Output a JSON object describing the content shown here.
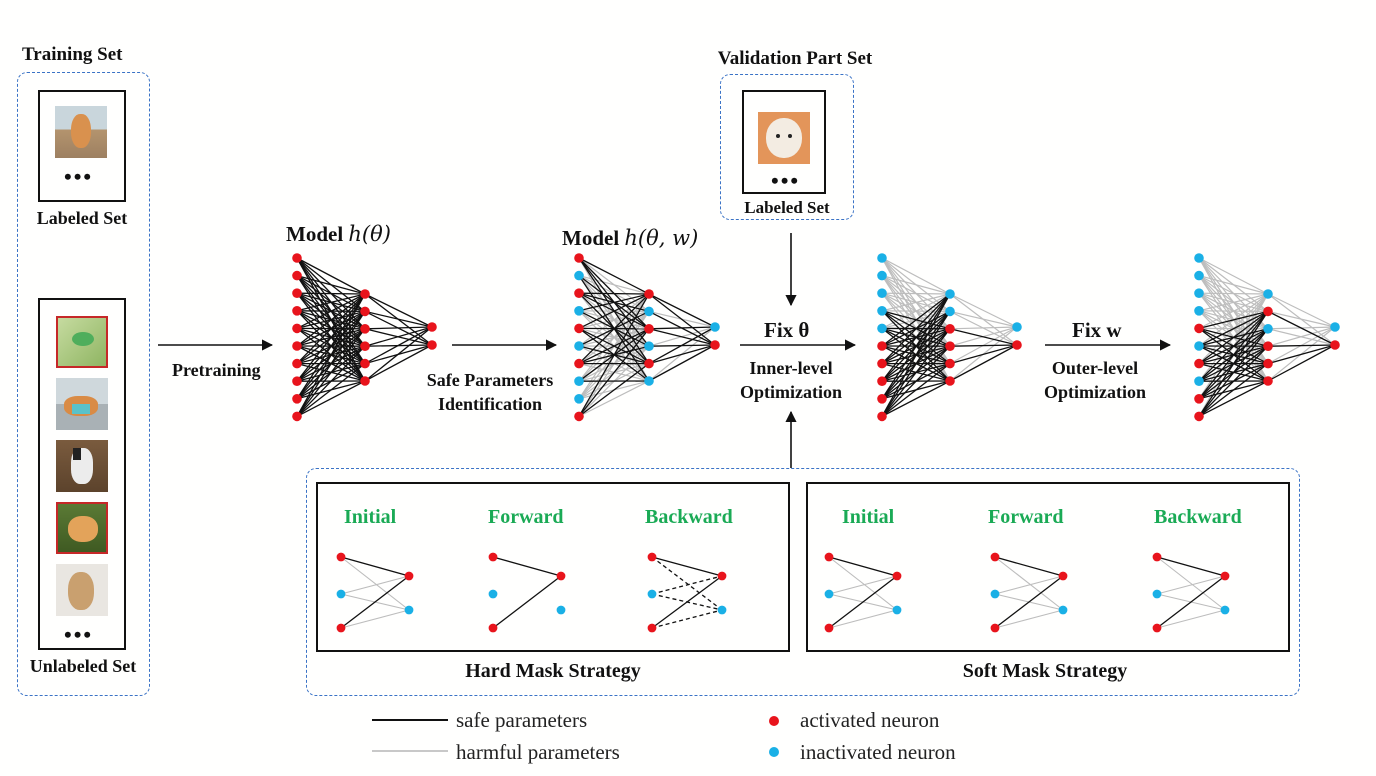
{
  "training_set": {
    "title": "Training  Set",
    "labeled_caption": "Labeled Set",
    "unlabeled_caption": "Unlabeled Set",
    "ellipsis": "•••"
  },
  "validation_set": {
    "title": "Validation Part Set",
    "labeled_caption": "Labeled Set",
    "ellipsis": "•••"
  },
  "models": {
    "pretrained": "Model",
    "pretrained_formula": "h(θ)",
    "masked": "Model",
    "masked_formula": "h(θ, w)"
  },
  "steps": {
    "pretraining": "Pretraining",
    "safe_params_line1": "Safe Parameters",
    "safe_params_line2": "Identification",
    "fix_theta": "Fix θ",
    "inner_line1": "Inner-level",
    "inner_line2": "Optimization",
    "fix_w": "Fix w",
    "outer_line1": "Outer-level",
    "outer_line2": "Optimization"
  },
  "hard_mask": {
    "title": "Hard Mask Strategy",
    "stages": [
      "Initial",
      "Forward",
      "Backward"
    ]
  },
  "soft_mask": {
    "title": "Soft Mask Strategy",
    "stages": [
      "Initial",
      "Forward",
      "Backward"
    ]
  },
  "legend": {
    "safe": "safe parameters",
    "harmful": "harmful parameters",
    "activated": "activated neuron",
    "inactivated": "inactivated neuron"
  },
  "colors": {
    "activated": "#e8141c",
    "inactivated": "#1ab0e6",
    "safe_edge": "#111111",
    "harmful_edge": "#bdbdbd",
    "stage_title": "#1aaa55",
    "dashed_border": "#3b73c6"
  }
}
